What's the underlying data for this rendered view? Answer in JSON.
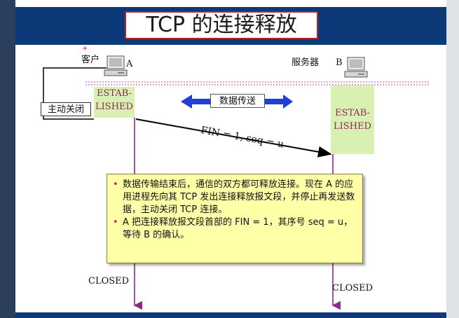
{
  "title": "TCP 的连接释放",
  "client_label": "客户",
  "server_label": "服务器",
  "host_a": "A",
  "host_b": "B",
  "state_a": [
    "ESTAB-",
    "LISHED"
  ],
  "state_b": [
    "ESTAB-",
    "LISHED"
  ],
  "active_close": "主动关闭",
  "data_transfer": "数据传送",
  "fin_segment": "FIN = 1, seq = u",
  "notes": [
    "数据传输结束后，通信的双方都可释放连接。现在 A 的应用进程先向其 TCP 发出连接释放报文段，并停止再发送数据，主动关闭 TCP 连接。",
    "A 把连接释放报文段首部的 FIN = 1，其序号 seq = u，等待 B 的确认。"
  ],
  "closed_a": "CLOSED",
  "closed_b": "CLOSED",
  "colors": {
    "header": "#0c3a78",
    "title_border": "#b5222a",
    "established_fill": "#d8f0b2",
    "note_fill": "#ffffa8",
    "timeline": "#8a2a8a",
    "arrow_blue": "#1f3fd6"
  }
}
